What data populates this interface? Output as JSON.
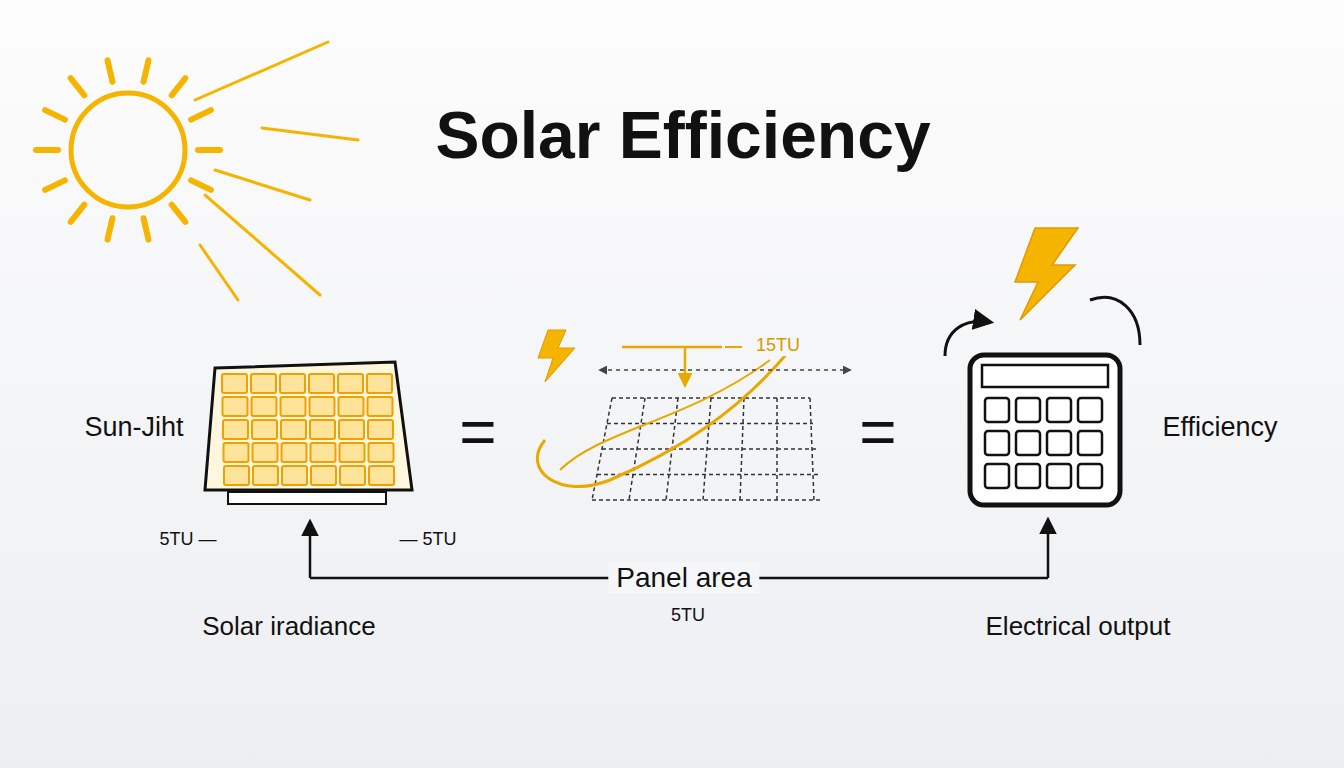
{
  "diagram": {
    "title": "Solar Efficiency",
    "labels": [
      "Sun-Jiht",
      "=",
      "15TU",
      "=",
      "Efficiency",
      "5TU —",
      "— 5TU",
      "Panel area",
      "5TU",
      "Solar iradiance",
      "Electrical output"
    ]
  }
}
